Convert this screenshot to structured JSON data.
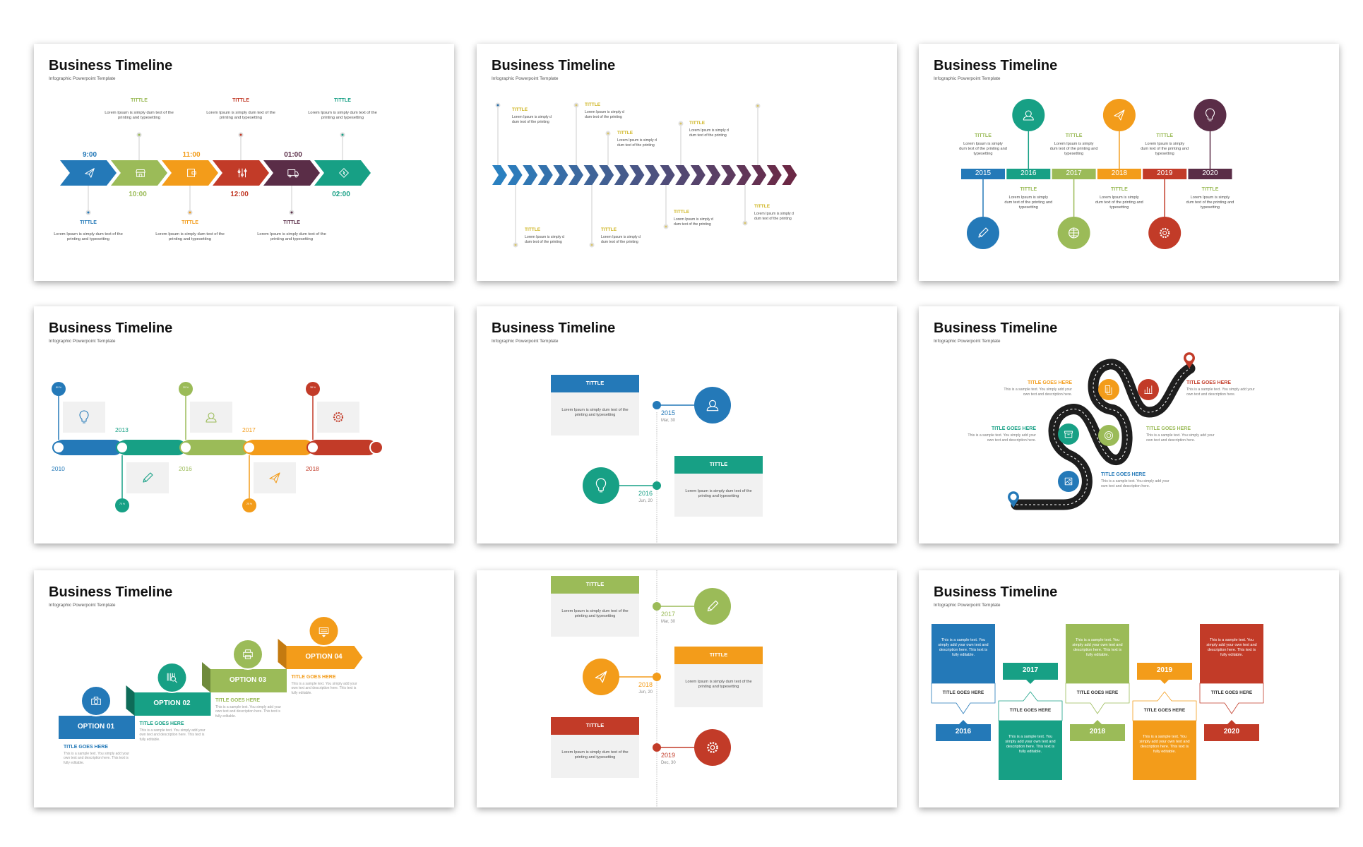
{
  "header": {
    "title": "Business Timeline",
    "subtitle": "Infographic Powerpoint Template"
  },
  "colors": {
    "blue": "#2479b8",
    "green": "#9bbb58",
    "orange": "#f39c1a",
    "red": "#c23b28",
    "purple": "#5a2d47",
    "teal": "#17a085",
    "road": "#1e1e1e",
    "box": "#f1f1f1",
    "yellow_title": "#cdb31c"
  },
  "slide1": {
    "items": [
      {
        "time": "9:00",
        "title": "TITTLE",
        "text": "Lorem Ipsum is simply dum text of the printing and typesetting",
        "icon": "paper-plane"
      },
      {
        "time": "10:00",
        "title": "TITTLE",
        "text": "Lorem Ipsum is simply dum text of the printing and typesetting",
        "icon": "shop"
      },
      {
        "time": "11:00",
        "title": "TITTLE",
        "text": "Lorem Ipsum is simply dum text of the printing and typesetting",
        "icon": "wallet"
      },
      {
        "time": "12:00",
        "title": "TITTLE",
        "text": "Lorem Ipsum is simply dum text of the printing and typesetting",
        "icon": "sliders"
      },
      {
        "time": "01:00",
        "title": "TITTLE",
        "text": "Lorem Ipsum is simply dum text of the printing and typesetting",
        "icon": "truck"
      },
      {
        "time": "02:00",
        "title": "TITTLE",
        "text": "Lorem Ipsum is simply dum text of the printing and typesetting",
        "icon": "ticket"
      }
    ]
  },
  "slide2": {
    "chevron_count": 20,
    "items": [
      {
        "title": "TITTLE",
        "text": "Lorem Ipsum is simply d dum text of the printing"
      },
      {
        "title": "TITTLE",
        "text": "Lorem Ipsum is simply d dum text of the printing"
      },
      {
        "title": "TITTLE",
        "text": "Lorem Ipsum is simply d dum text of the printing"
      },
      {
        "title": "TITTLE",
        "text": "Lorem Ipsum is simply d dum text of the printing"
      },
      {
        "title": "TITTLE",
        "text": "Lorem Ipsum is simply d dum text of the printing"
      },
      {
        "title": "TITTLE",
        "text": "Lorem Ipsum is simply d dum text of the printing"
      },
      {
        "title": "TITTLE",
        "text": "Lorem Ipsum is simply d dum text of the printing"
      },
      {
        "title": "TITTLE",
        "text": "Lorem Ipsum is simply d dum text of the printing"
      }
    ]
  },
  "slide3": {
    "items": [
      {
        "year": "2015",
        "title": "TITTLE",
        "text": "Lorem Ipsum is simply dum text of the printing and typesetting",
        "icon": "pencil"
      },
      {
        "year": "2016",
        "title": "TITTLE",
        "text": "Lorem Ipsum is simply dum text of the printing and typesetting",
        "icon": "user"
      },
      {
        "year": "2017",
        "title": "TITTLE",
        "text": "Lorem Ipsum is simply dum text of the printing and typesetting",
        "icon": "globe"
      },
      {
        "year": "2018",
        "title": "TITTLE",
        "text": "Lorem Ipsum is simply dum text of the printing and typesetting",
        "icon": "paper-plane"
      },
      {
        "year": "2019",
        "title": "TITTLE",
        "text": "Lorem Ipsum is simply dum text of the printing and typesetting",
        "icon": "gear"
      },
      {
        "year": "2020",
        "title": "TITTLE",
        "text": "Lorem Ipsum is simply dum text of the printing and typesetting",
        "icon": "bulb"
      }
    ]
  },
  "slide4": {
    "items": [
      {
        "year": "2010",
        "percent": "80 %",
        "icon": "bulb"
      },
      {
        "year": "2013",
        "percent": "70 %",
        "icon": "pencil"
      },
      {
        "year": "2016",
        "percent": "20 %",
        "icon": "user"
      },
      {
        "year": "2017",
        "percent": "25 %",
        "icon": "paper-plane"
      },
      {
        "year": "2018",
        "percent": "38 %",
        "icon": "gear"
      }
    ]
  },
  "slide5": {
    "items": [
      {
        "year": "2015",
        "date": "Mar, 30",
        "title": "TITTLE",
        "text": "Lorem Ipsum is simply dum text of the printing and typesetting",
        "icon": "user"
      },
      {
        "year": "2016",
        "date": "Jun, 20",
        "title": "TITTLE",
        "text": "Lorem Ipsum is simply dum text of the printing and typesetting",
        "icon": "bulb"
      }
    ]
  },
  "slide6": {
    "items": [
      {
        "title": "TITLE GOES HERE",
        "text": "This is a sample text. You simply add your own text and description here.",
        "icon": "documents"
      },
      {
        "title": "TITLE GOES HERE",
        "text": "This is a sample text. You simply add your own text and description here.",
        "icon": "bar-chart"
      },
      {
        "title": "TITLE GOES HERE",
        "text": "This is a sample text. You simply add your own text and description here.",
        "icon": "box"
      },
      {
        "title": "TITLE GOES HERE",
        "text": "This is a sample text. You simply add your own text and description here.",
        "icon": "lifebuoy"
      },
      {
        "title": "TITLE GOES HERE",
        "text": "This is a sample text. You simply add your own text and description here.",
        "icon": "image"
      }
    ]
  },
  "slide7": {
    "items": [
      {
        "option": "OPTION 01",
        "title": "TITLE GOES HERE",
        "text": "This is a sample text. You simply add your own text and description here. This text is fully editable.",
        "icon": "camera"
      },
      {
        "option": "OPTION 02",
        "title": "TITLE GOES HERE",
        "text": "This is a sample text. You simply add your own text and description here. This text is fully editable.",
        "icon": "barcode-search"
      },
      {
        "option": "OPTION 03",
        "title": "TITLE GOES HERE",
        "text": "This is a sample text. You simply add your own text and description here. This text is fully editable.",
        "icon": "printer"
      },
      {
        "option": "OPTION 04",
        "title": "TITLE GOES HERE",
        "text": "This is a sample text. You simply add your own text and description here. This text is fully editable.",
        "icon": "keyboard"
      }
    ]
  },
  "slide8": {
    "items": [
      {
        "year": "2017",
        "date": "Mar, 30",
        "title": "TITTLE",
        "text": "Lorem Ipsum is simply dum text of the printing and typesetting",
        "icon": "pencil"
      },
      {
        "year": "2018",
        "date": "Jun, 20",
        "title": "TITTLE",
        "text": "Lorem Ipsum is simply dum text of the printing and typesetting",
        "icon": "paper-plane"
      },
      {
        "year": "2019",
        "date": "Dec, 30",
        "title": "TITTLE",
        "text": "Lorem Ipsum is simply dum text of the printing and typesetting",
        "icon": "gear"
      }
    ]
  },
  "slide9": {
    "items": [
      {
        "year": "2016",
        "title": "TITLE GOES HERE",
        "text": "This is a sample text. You simply add your own text and description here. This text is fully editable."
      },
      {
        "year": "2017",
        "title": "TITLE GOES HERE",
        "text": "This is a sample text. You simply add your own text and description here. This text is fully editable."
      },
      {
        "year": "2018",
        "title": "TITLE GOES HERE",
        "text": "This is a sample text. You simply add your own text and description here. This text is fully editable."
      },
      {
        "year": "2019",
        "title": "TITLE GOES HERE",
        "text": "This is a sample text. You simply add your own text and description here. This text is fully editable."
      },
      {
        "year": "2020",
        "title": "TITLE GOES HERE",
        "text": "This is a sample text. You simply add your own text and description here. This text is fully editable."
      }
    ]
  }
}
